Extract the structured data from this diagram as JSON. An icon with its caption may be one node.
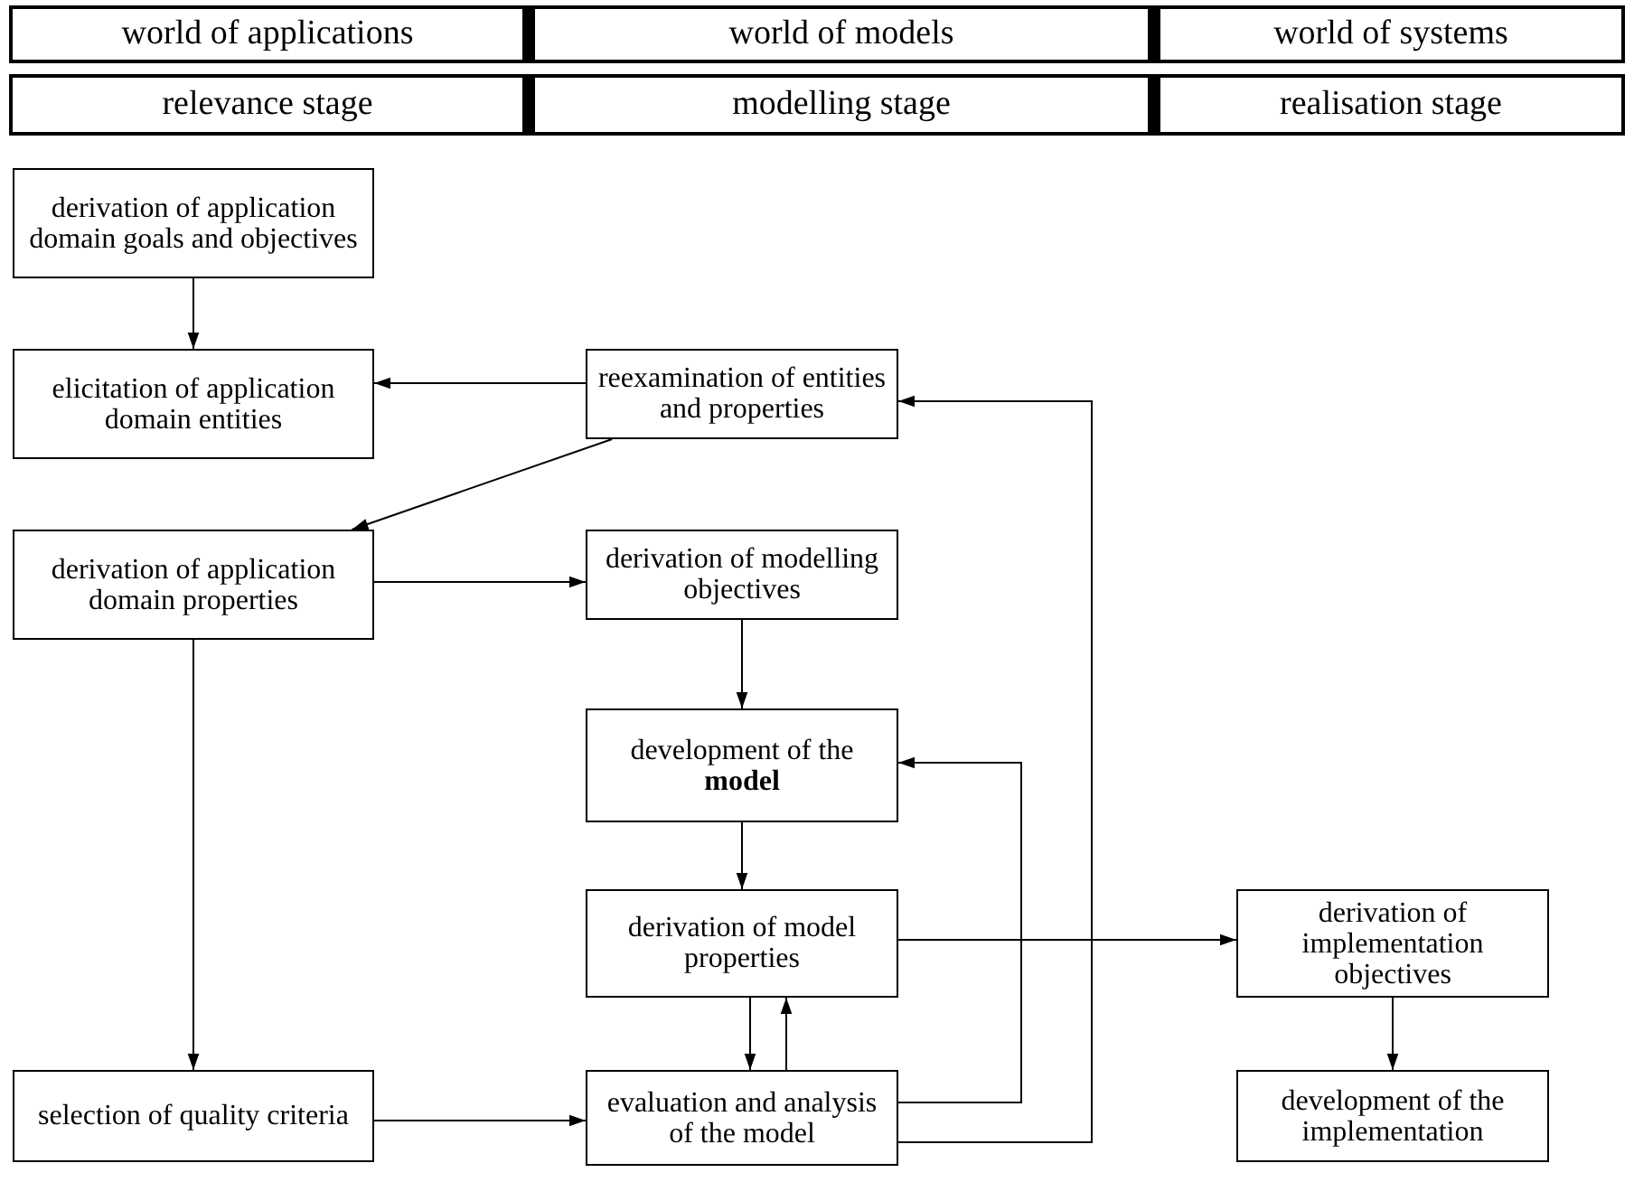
{
  "diagram": {
    "nodes": [
      {
        "text": [
          "world of applications"
        ]
      },
      {
        "text": [
          "world of models"
        ]
      },
      {
        "text": [
          "world of systems"
        ]
      },
      {
        "text": [
          "relevance stage"
        ]
      },
      {
        "text": [
          "modelling stage"
        ]
      },
      {
        "text": [
          "realisation stage"
        ]
      },
      {
        "text": [
          "derivation of application domain goals and objectives"
        ]
      },
      {
        "text": [
          "elicitation of application domain entities"
        ]
      },
      {
        "text": [
          "reexamination of entities and properties"
        ]
      },
      {
        "text": [
          "derivation of application domain properties"
        ]
      },
      {
        "text": [
          "derivation of modelling objectives"
        ]
      },
      {
        "text": [
          "development of the **model**"
        ]
      },
      {
        "text": [
          "derivation of model properties"
        ]
      },
      {
        "text": [
          "derivation of implementation objectives"
        ]
      },
      {
        "text": [
          "selection of quality criteria"
        ]
      },
      {
        "text": [
          "evaluation and analysis of the model"
        ]
      },
      {
        "text": [
          "development of the implementation"
        ]
      }
    ],
    "edges": [
      {
        "from": 6,
        "to": 7,
        "arrow": "to"
      },
      {
        "from": 8,
        "to": 7,
        "arrow": "to"
      },
      {
        "from": 8,
        "to": 9,
        "arrow": "to"
      },
      {
        "from": 9,
        "to": 10,
        "arrow": "to"
      },
      {
        "from": 9,
        "to": 14,
        "arrow": "to"
      },
      {
        "from": 10,
        "to": 11,
        "arrow": "to"
      },
      {
        "from": 11,
        "to": 12,
        "arrow": "to"
      },
      {
        "from": 12,
        "to": 13,
        "arrow": "to"
      },
      {
        "from": 12,
        "to": 15,
        "arrow": "to"
      },
      {
        "from": 15,
        "to": 12,
        "arrow": "to"
      },
      {
        "from": 14,
        "to": 15,
        "arrow": "to"
      },
      {
        "from": 15,
        "to": 11,
        "arrow": "to"
      },
      {
        "from": 15,
        "to": 8,
        "arrow": "to"
      },
      {
        "from": 13,
        "to": 16,
        "arrow": "to"
      }
    ]
  }
}
